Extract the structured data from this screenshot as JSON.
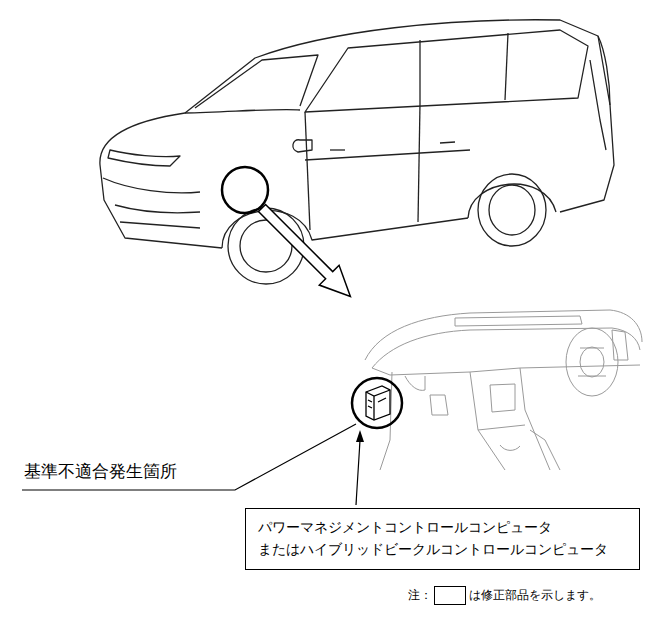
{
  "diagram": {
    "nodes": [
      {
        "text": [
          "パワーマネジメントコントロールコンピュータ またはハイブリッドビークルコントロールコンピュータ"
        ]
      }
    ],
    "labels": [
      "基準不適合発生箇所",
      "注：",
      "は修正部品を示します。"
    ]
  }
}
